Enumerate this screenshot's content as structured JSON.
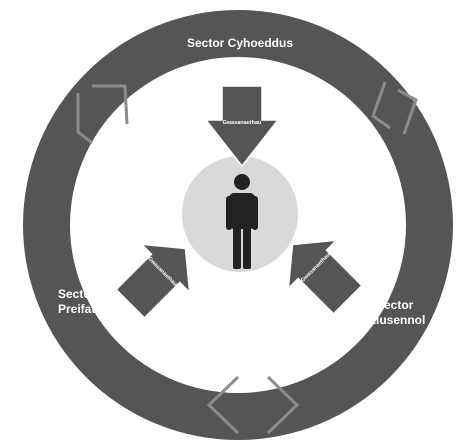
{
  "sectors": {
    "top": "Sector Cyhoeddus",
    "left_line1": "Sector",
    "left_line2": "Preifat",
    "right_line1": "Sector",
    "right_line2": "Elusennol"
  },
  "arrows": {
    "top": "Gwasanaethau",
    "left": "Gwasanaethau",
    "right": "Gwasanaethau"
  },
  "colors": {
    "ring": "#555555",
    "inner": "#ffffff",
    "center_circle": "#d9d9d9",
    "arrow": "#555555",
    "person": "#222222",
    "chevron": "#8c8c8c"
  },
  "icons": [
    "person-icon",
    "bracket-icon",
    "chevron-left-icon",
    "chevron-right-icon"
  ]
}
